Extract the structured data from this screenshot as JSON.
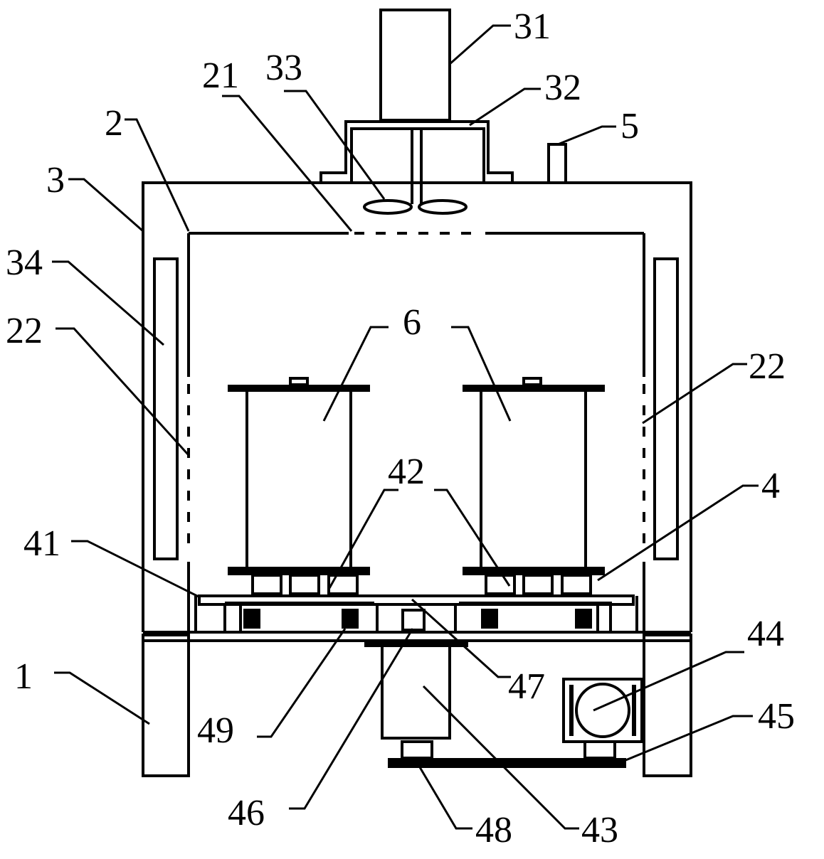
{
  "labels": {
    "l1": "1",
    "l2": "2",
    "l3": "3",
    "l4": "4",
    "l5": "5",
    "l6": "6",
    "l21": "21",
    "l22a": "22",
    "l22b": "22",
    "l31": "31",
    "l32": "32",
    "l33": "33",
    "l34": "34",
    "l41": "41",
    "l42": "42",
    "l43": "43",
    "l44": "44",
    "l45": "45",
    "l46": "46",
    "l47": "47",
    "l48": "48",
    "l49": "49"
  }
}
